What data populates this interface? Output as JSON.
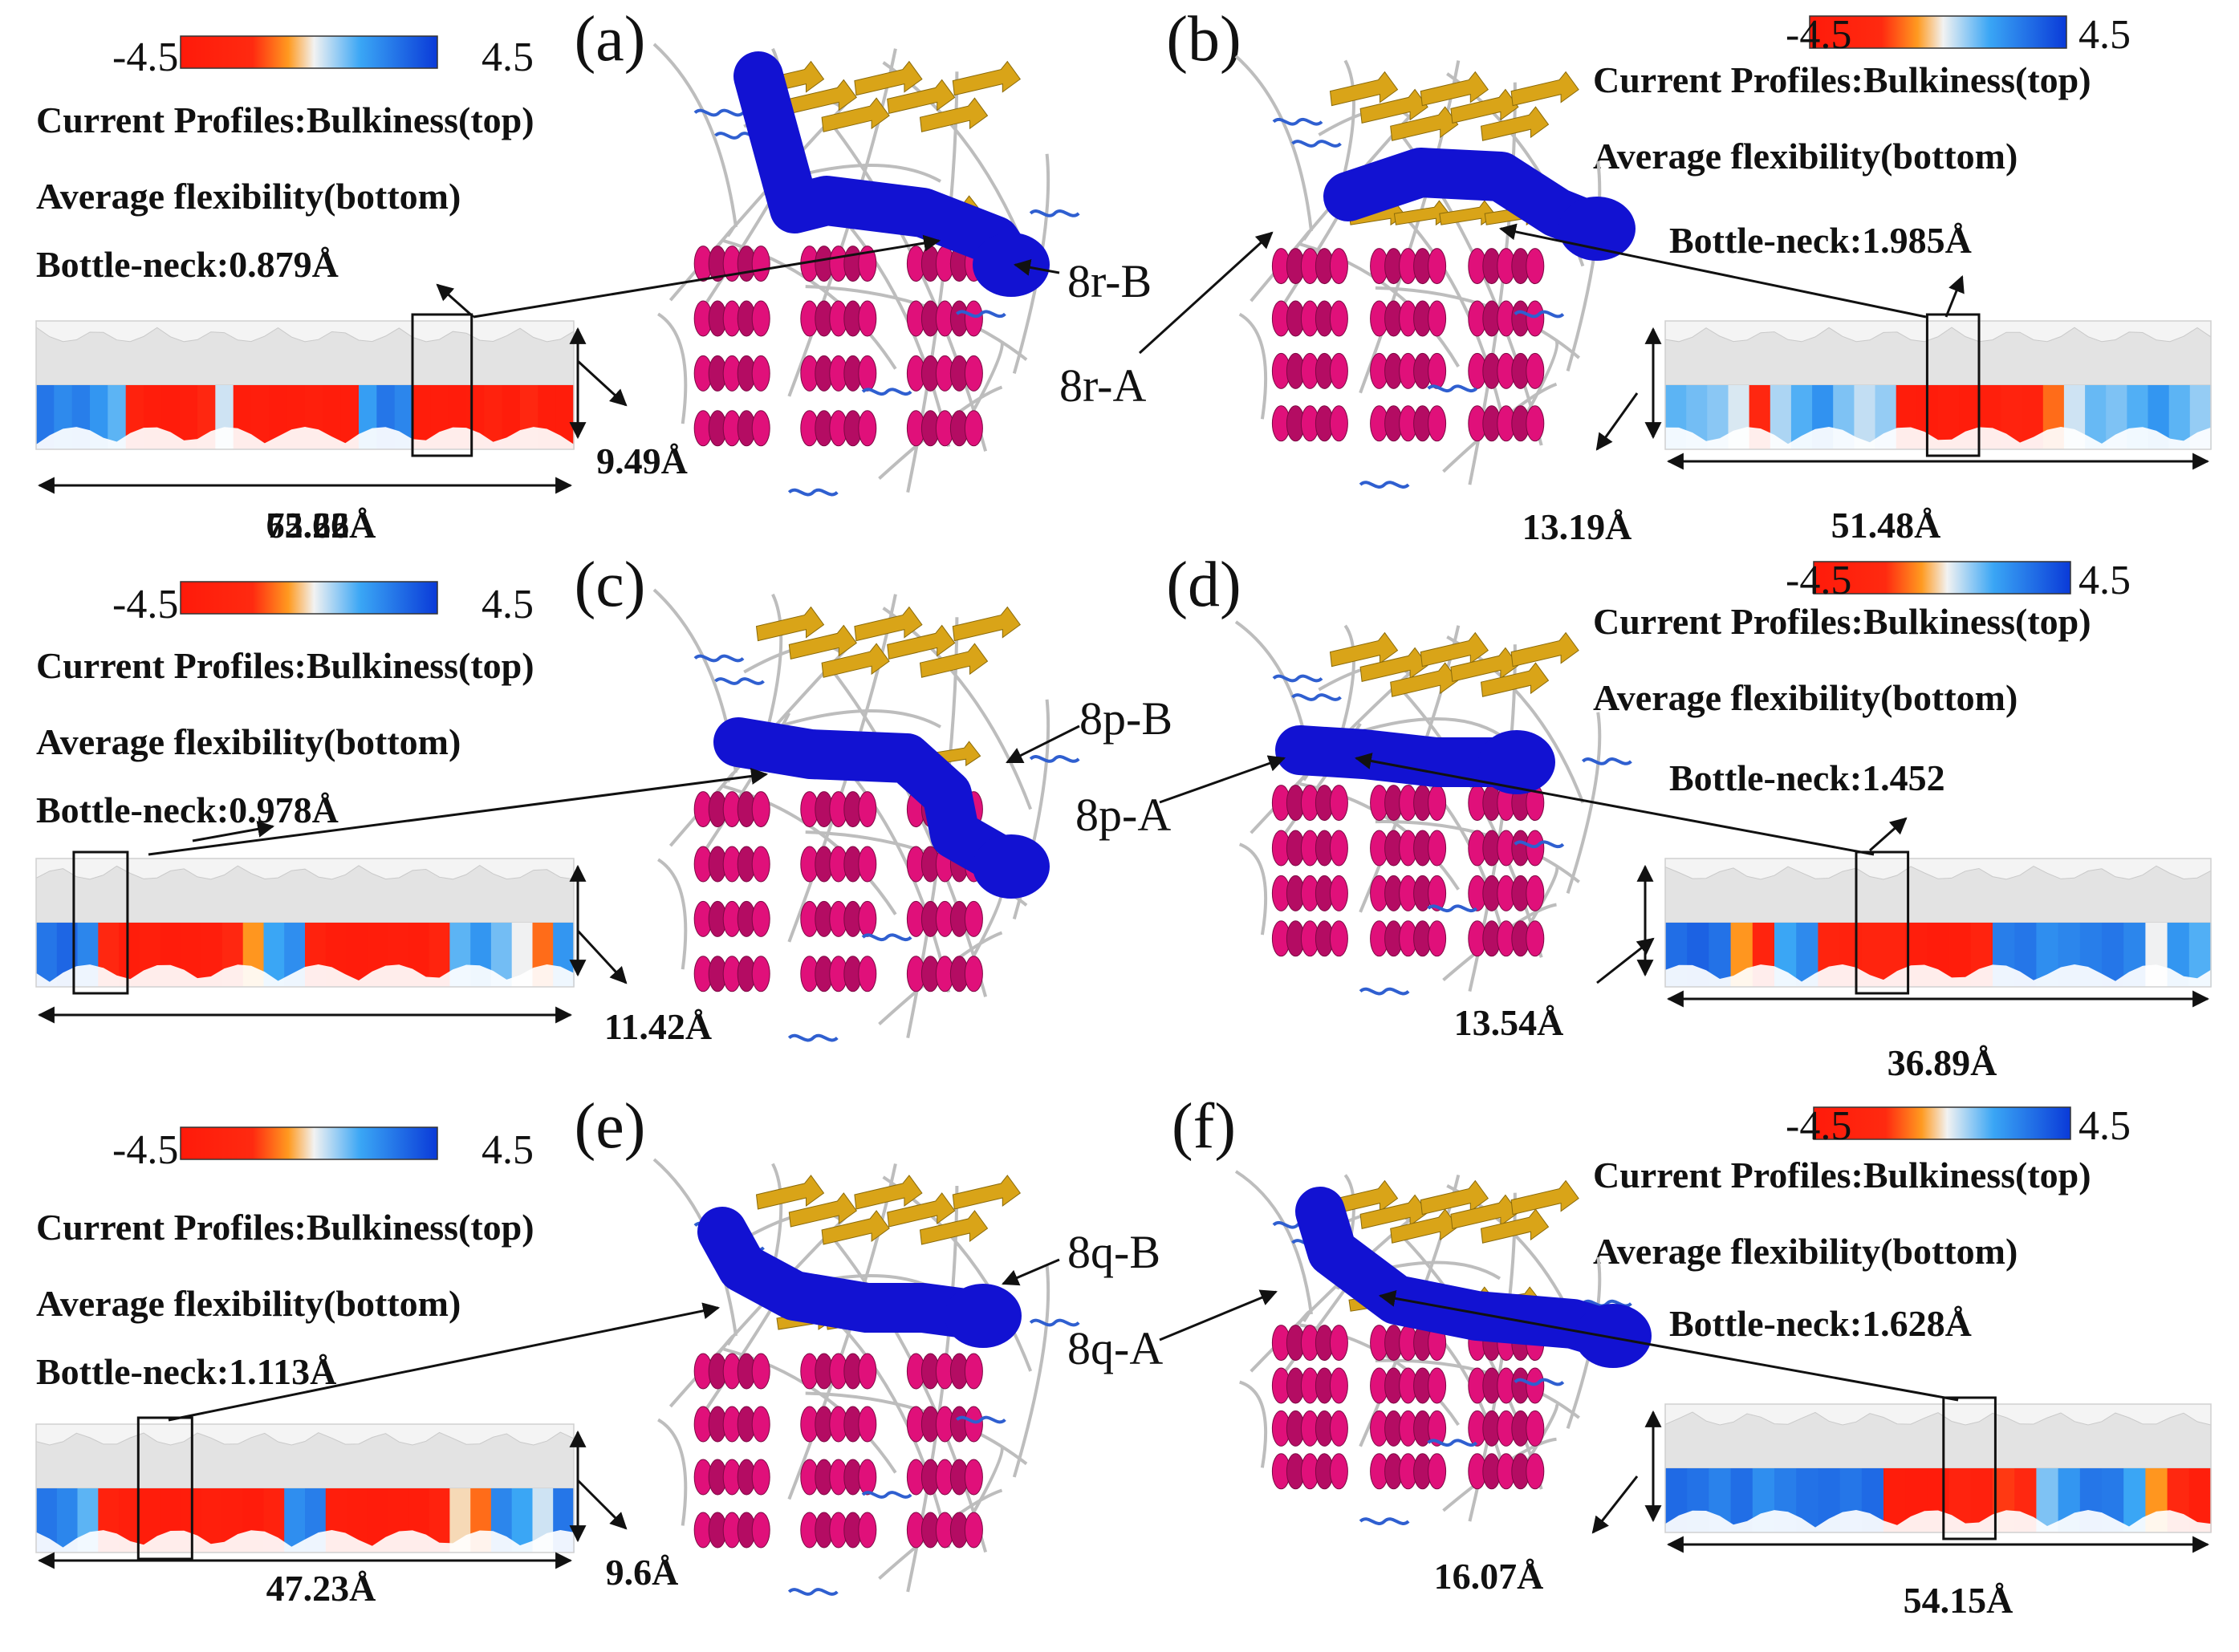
{
  "figure": {
    "colors": {
      "scale_red": "#ff1a0a",
      "scale_orange": "#ff9a20",
      "scale_white": "#f2f2f2",
      "scale_lightblue": "#3aa6f5",
      "scale_blue": "#0a3ad8",
      "profile_gray": "#e3e3e3",
      "tunnel_blue": "#1212d2",
      "helix_magenta": "#e0107a",
      "sheet_gold": "#d9a418",
      "loop_gray": "#bdbdbd"
    },
    "panels": [
      {
        "id": "a",
        "label": "(a)",
        "scale_min": "-4.5",
        "scale_max": "4.5",
        "profile_title": "Current Profiles:Bulkiness(top)",
        "profile_subtitle": "Average flexibility(bottom)",
        "bottleneck": "Bottle-neck:0.879Å",
        "length": "72.66Å",
        "height": "9.49Å",
        "tunnel_label": "8r-B"
      },
      {
        "id": "b",
        "label": "(b)",
        "scale_min": "-4.5",
        "scale_max": "4.5",
        "profile_title": "Current Profiles:Bulkiness(top)",
        "profile_subtitle": "Average flexibility(bottom)",
        "bottleneck": "Bottle-neck:1.985Å",
        "length": "51.48Å",
        "height": "13.19Å",
        "tunnel_label": "8r-A"
      },
      {
        "id": "c",
        "label": "(c)",
        "scale_min": "-4.5",
        "scale_max": "4.5",
        "profile_title": "Current Profiles:Bulkiness(top)",
        "profile_subtitle": "Average flexibility(bottom)",
        "bottleneck": "Bottle-neck:0.978Å",
        "length": "65.22Å",
        "height": "11.42Å",
        "tunnel_label": "8p-B"
      },
      {
        "id": "d",
        "label": "(d)",
        "scale_min": "-4.5",
        "scale_max": "4.5",
        "profile_title": "Current Profiles:Bulkiness(top)",
        "profile_subtitle": "Average flexibility(bottom)",
        "bottleneck": "Bottle-neck:1.452",
        "length": "36.89Å",
        "height": "13.54Å",
        "tunnel_label": "8p-A"
      },
      {
        "id": "e",
        "label": "(e)",
        "scale_min": "-4.5",
        "scale_max": "4.5",
        "profile_title": "Current Profiles:Bulkiness(top)",
        "profile_subtitle": "Average flexibility(bottom)",
        "bottleneck": "Bottle-neck:1.113Å",
        "length": "47.23Å",
        "height": "9.6Å",
        "tunnel_label": "8q-B"
      },
      {
        "id": "f",
        "label": "(f)",
        "scale_min": "-4.5",
        "scale_max": "4.5",
        "profile_title": "Current Profiles:Bulkiness(top)",
        "profile_subtitle": "Average flexibility(bottom)",
        "bottleneck": "Bottle-neck:1.628Å",
        "length": "54.15Å",
        "height": "16.07Å",
        "tunnel_label": "8q-A"
      }
    ]
  }
}
